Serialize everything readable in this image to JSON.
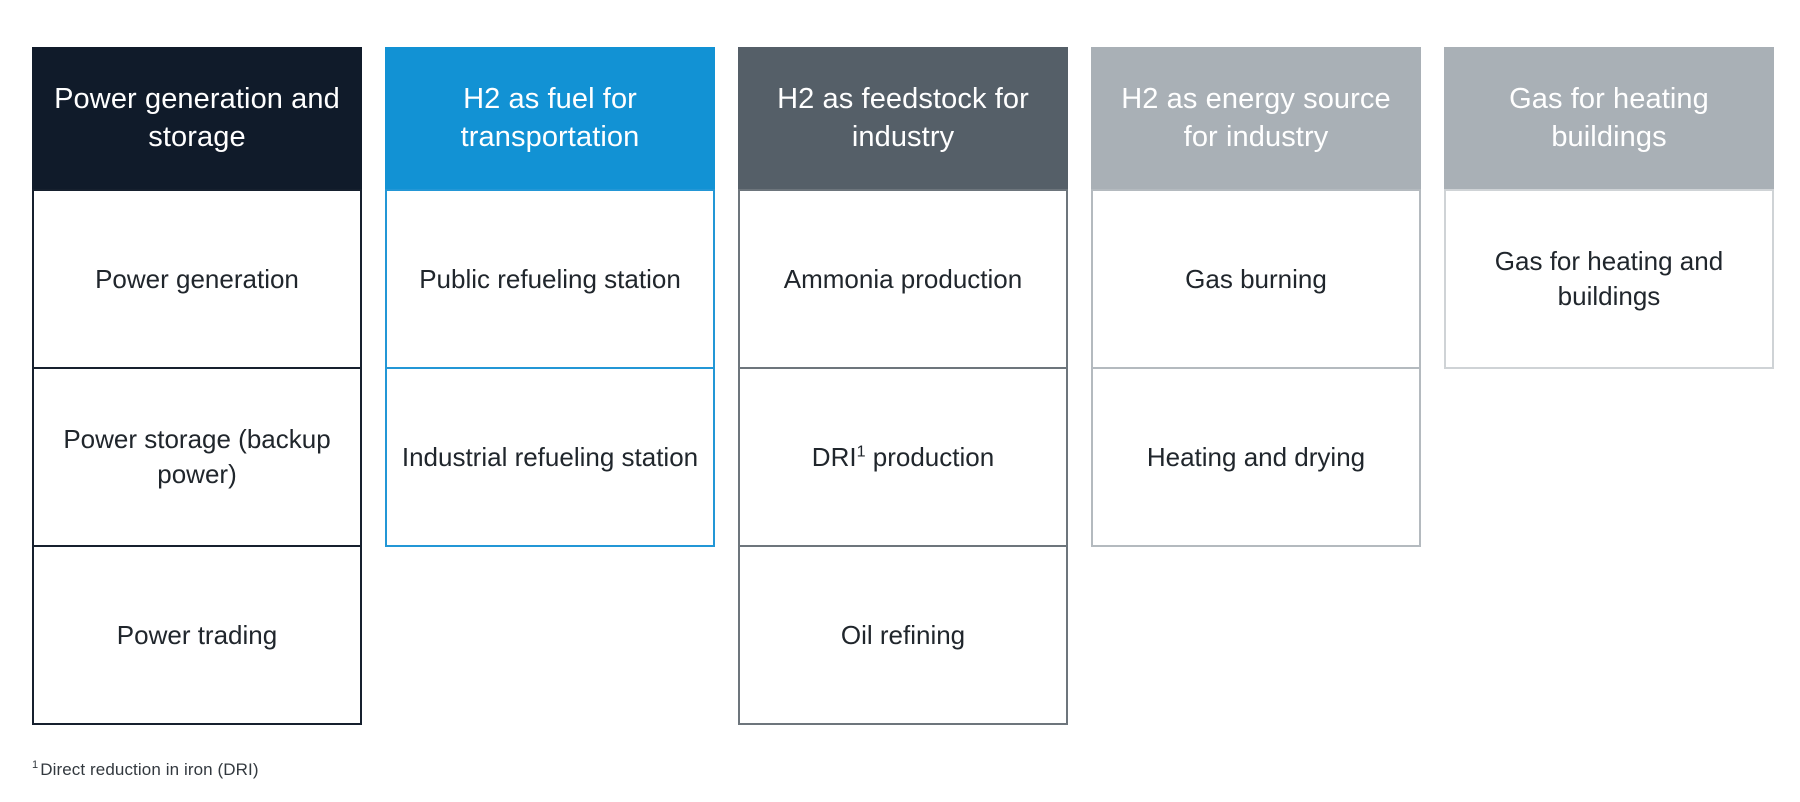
{
  "diagram": {
    "type": "category-columns",
    "columns": [
      {
        "id": "power-generation-and-storage",
        "header": "Power generation and storage",
        "header_color": "#101b2a",
        "header_text_color": "#ffffff",
        "border_color": "#16202e",
        "cells": [
          "Power generation",
          "Power storage (backup power)",
          "Power trading"
        ]
      },
      {
        "id": "h2-as-fuel-for-transportation",
        "header": "H2 as fuel for transportation",
        "header_color": "#1292d4",
        "header_text_color": "#ffffff",
        "border_color": "#2397d6",
        "cells": [
          "Public refueling station",
          "Industrial refueling station"
        ]
      },
      {
        "id": "h2-as-feedstock-for-industry",
        "header": "H2 as feedstock for industry",
        "header_color": "#555f68",
        "header_text_color": "#ffffff",
        "border_color": "#6d757c",
        "cells": [
          "Ammonia production",
          "DRI production",
          "Oil refining"
        ],
        "cell_superscripts": {
          "1": "1"
        }
      },
      {
        "id": "h2-as-energy-source-for-industry",
        "header": "H2 as energy source for industry",
        "header_color": "#a9b0b6",
        "header_text_color": "#ffffff",
        "border_color": "#b4babf",
        "cells": [
          "Gas burning",
          "Heating and drying"
        ]
      },
      {
        "id": "gas-for-heating-buildings",
        "header": "Gas for heating buildings",
        "header_color": "#a9b0b6",
        "header_text_color": "#ffffff",
        "border_color": "#cfd3d6",
        "cells": [
          "Gas for heating and buildings"
        ]
      }
    ]
  },
  "footnote": {
    "marker": "1",
    "text": "Direct reduction in iron (DRI)"
  }
}
